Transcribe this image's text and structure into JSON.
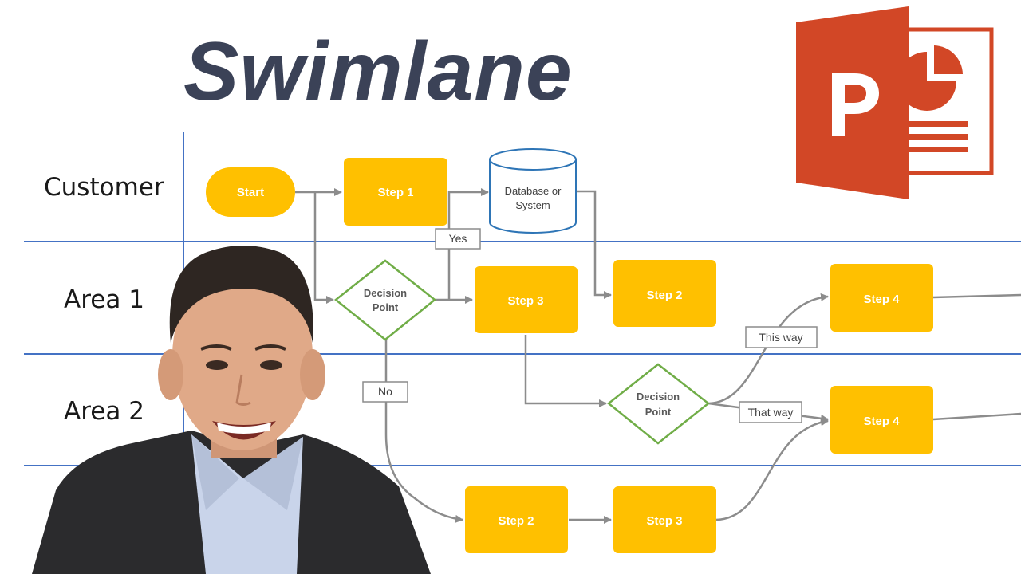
{
  "title": "Swimlane",
  "lanes": {
    "customer": "Customer",
    "area1": "Area 1",
    "area2": "Area 2"
  },
  "nodes": {
    "start": "Start",
    "step1": "Step 1",
    "db_line1": "Database or",
    "db_line2": "System",
    "decision1_line1": "Decision",
    "decision1_line2": "Point",
    "step3_a1": "Step 3",
    "step2_a1": "Step 2",
    "step4_a1": "Step 4",
    "decision2_line1": "Decision",
    "decision2_line2": "Point",
    "step4_a2": "Step 4",
    "step2_bottom": "Step 2",
    "step3_bottom": "Step 3"
  },
  "edge_labels": {
    "yes": "Yes",
    "no": "No",
    "this_way": "This way",
    "that_way": "That way"
  },
  "colors": {
    "step": "#ffc000",
    "decision": "#70ad47",
    "lane_line": "#4472c4",
    "arrow": "#8c8c8c",
    "title": "#3b4257",
    "logo": "#d24726"
  },
  "icons": {
    "logo": "powerpoint-logo-icon",
    "presenter": "presenter-photo"
  }
}
